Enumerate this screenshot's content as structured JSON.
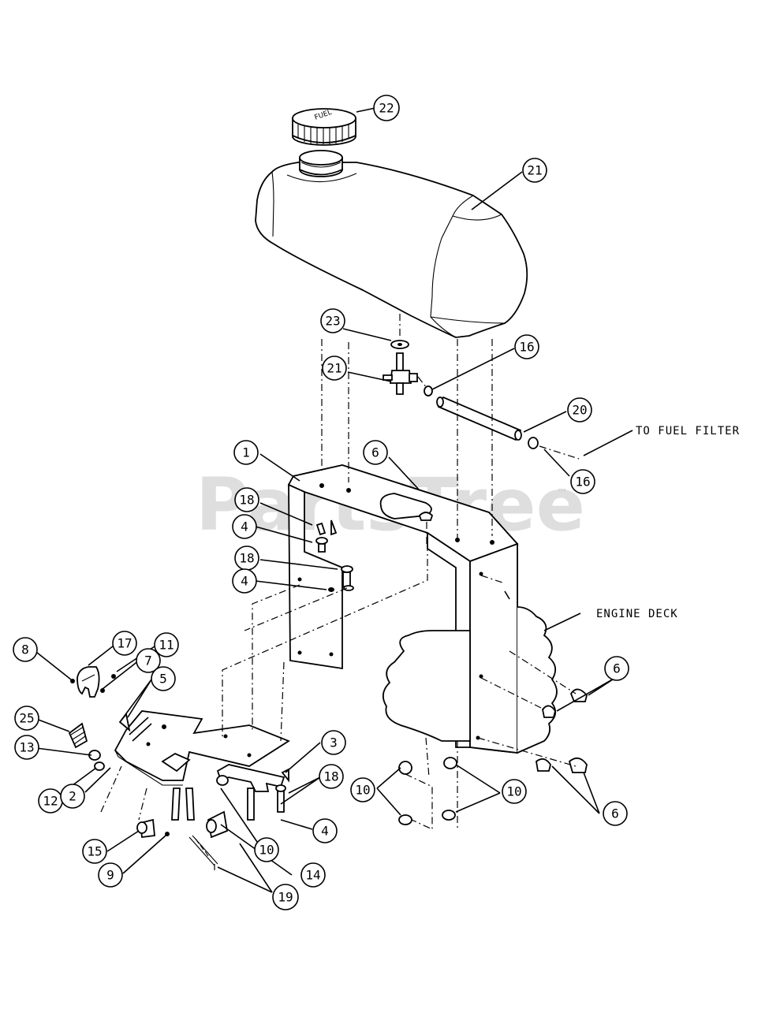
{
  "watermark": {
    "text": "PartsTree",
    "mark": "™"
  },
  "labels": {
    "fuel_filter": "TO FUEL FILTER",
    "engine_deck": "ENGINE DECK"
  },
  "callouts": [
    {
      "id": "c22",
      "num": "22"
    },
    {
      "id": "c21a",
      "num": "21"
    },
    {
      "id": "c23",
      "num": "23"
    },
    {
      "id": "c21b",
      "num": "21"
    },
    {
      "id": "c16a",
      "num": "16"
    },
    {
      "id": "c20",
      "num": "20"
    },
    {
      "id": "c16b",
      "num": "16"
    },
    {
      "id": "c1",
      "num": "1"
    },
    {
      "id": "c6a",
      "num": "6"
    },
    {
      "id": "c18a",
      "num": "18"
    },
    {
      "id": "c4a",
      "num": "4"
    },
    {
      "id": "c18b",
      "num": "18"
    },
    {
      "id": "c4b",
      "num": "4"
    },
    {
      "id": "c17",
      "num": "17"
    },
    {
      "id": "c8",
      "num": "8"
    },
    {
      "id": "c7",
      "num": "7"
    },
    {
      "id": "c11",
      "num": "11"
    },
    {
      "id": "c5",
      "num": "5"
    },
    {
      "id": "c25",
      "num": "25"
    },
    {
      "id": "c13",
      "num": "13"
    },
    {
      "id": "c12",
      "num": "12"
    },
    {
      "id": "c2",
      "num": "2"
    },
    {
      "id": "c3",
      "num": "3"
    },
    {
      "id": "c18c",
      "num": "18"
    },
    {
      "id": "c10a",
      "num": "10"
    },
    {
      "id": "c10b",
      "num": "10"
    },
    {
      "id": "c4c",
      "num": "4"
    },
    {
      "id": "c10c",
      "num": "10"
    },
    {
      "id": "c14",
      "num": "14"
    },
    {
      "id": "c15",
      "num": "15"
    },
    {
      "id": "c9",
      "num": "9"
    },
    {
      "id": "c19",
      "num": "19"
    },
    {
      "id": "c6b",
      "num": "6"
    },
    {
      "id": "c6c",
      "num": "6"
    }
  ]
}
